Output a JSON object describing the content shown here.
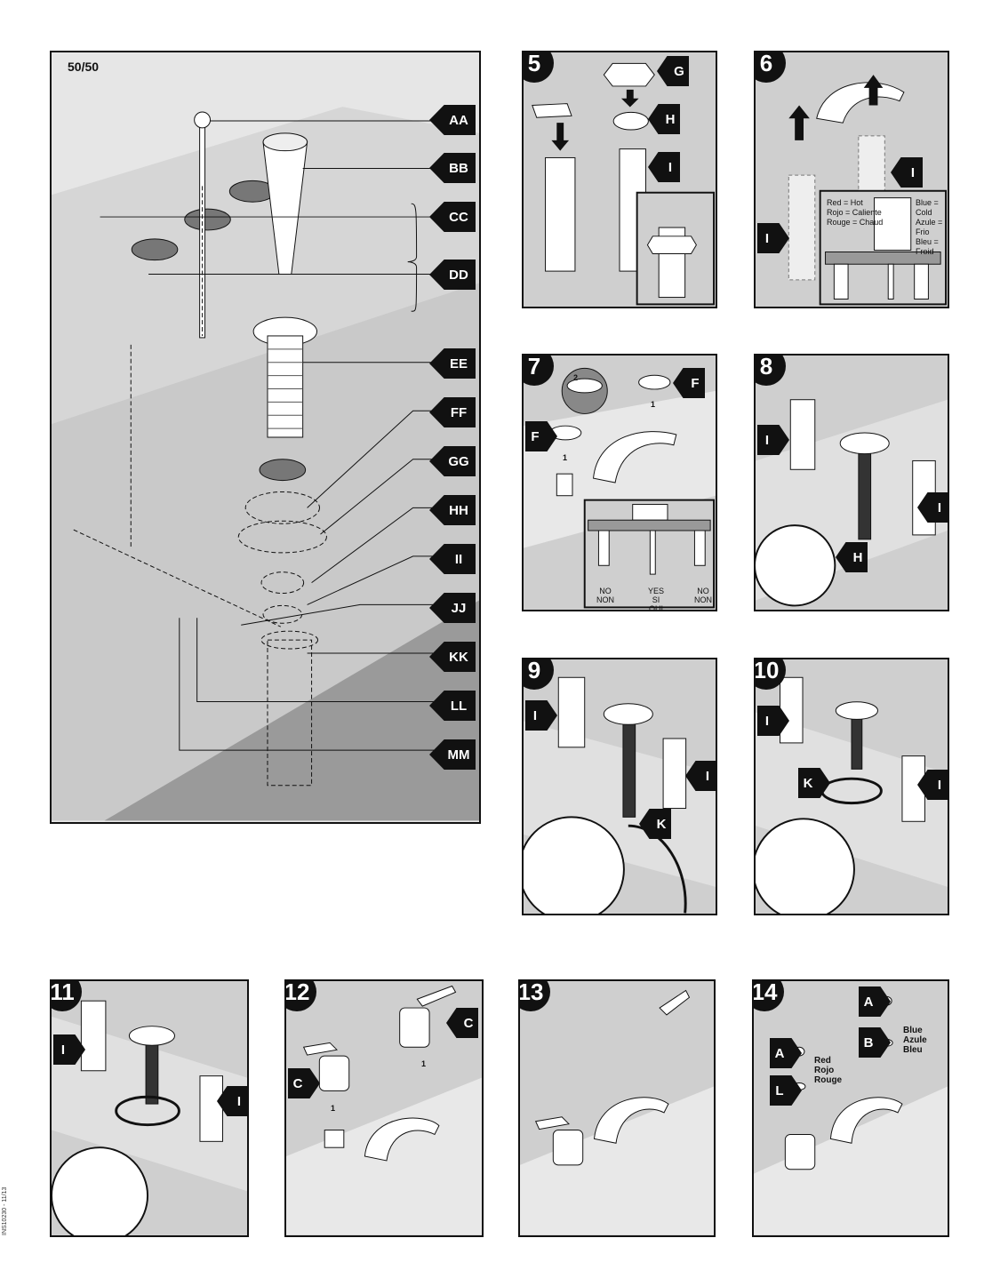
{
  "main_panel": {
    "header": "50/50",
    "labels": [
      "AA",
      "BB",
      "CC",
      "DD",
      "EE",
      "FF",
      "GG",
      "HH",
      "II",
      "JJ",
      "KK",
      "LL",
      "MM"
    ]
  },
  "steps": {
    "s5": {
      "num": "5",
      "labels": [
        "G",
        "H",
        "I"
      ]
    },
    "s6": {
      "num": "6",
      "labels": [
        "I",
        "I"
      ],
      "hot": [
        "Red = Hot",
        "Rojo = Caliente",
        "Rouge = Chaud"
      ],
      "cold": [
        "Blue = Cold",
        "Azule = Frio",
        "Bleu = Froid"
      ]
    },
    "s7": {
      "num": "7",
      "labels": [
        "F",
        "F"
      ],
      "callouts": [
        "1",
        "1",
        "2"
      ],
      "no_left": [
        "NO",
        "NON"
      ],
      "yes": [
        "YES",
        "SI",
        "OUI"
      ],
      "no_right": [
        "NO",
        "NON"
      ]
    },
    "s8": {
      "num": "8",
      "labels": [
        "I",
        "H",
        "I"
      ]
    },
    "s9": {
      "num": "9",
      "labels": [
        "I",
        "I",
        "K"
      ]
    },
    "s10": {
      "num": "10",
      "labels": [
        "I",
        "K",
        "I"
      ]
    },
    "s11": {
      "num": "11",
      "labels": [
        "I",
        "I"
      ]
    },
    "s12": {
      "num": "12",
      "labels": [
        "C",
        "C"
      ],
      "callouts": [
        "1",
        "1"
      ]
    },
    "s13": {
      "num": "13"
    },
    "s14": {
      "num": "14",
      "labels": [
        "A",
        "B",
        "A",
        "L"
      ],
      "blue": [
        "Blue",
        "Azule",
        "Bleu"
      ],
      "red": [
        "Red",
        "Rojo",
        "Rouge"
      ]
    }
  },
  "side_code": "INS10230 - 11/13"
}
